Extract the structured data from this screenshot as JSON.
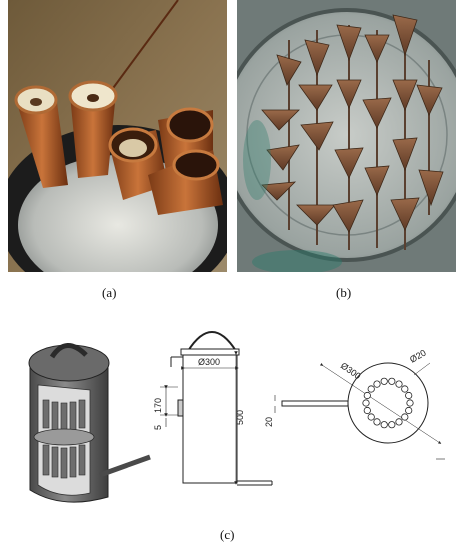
{
  "figure": {
    "panels": [
      {
        "label": "(a)"
      },
      {
        "label": "(b)"
      },
      {
        "label": "(c)"
      }
    ],
    "drawing": {
      "side_diameter": "Ø300",
      "height": "500",
      "section_height": "170",
      "gap": "5",
      "pipe_offset": "20",
      "top_diameter": "Ø300",
      "hole_diameter": "Ø20"
    },
    "colors": {
      "copper": "#b8652e",
      "steel": "#9aa3a8",
      "background": "#ffffff"
    }
  }
}
